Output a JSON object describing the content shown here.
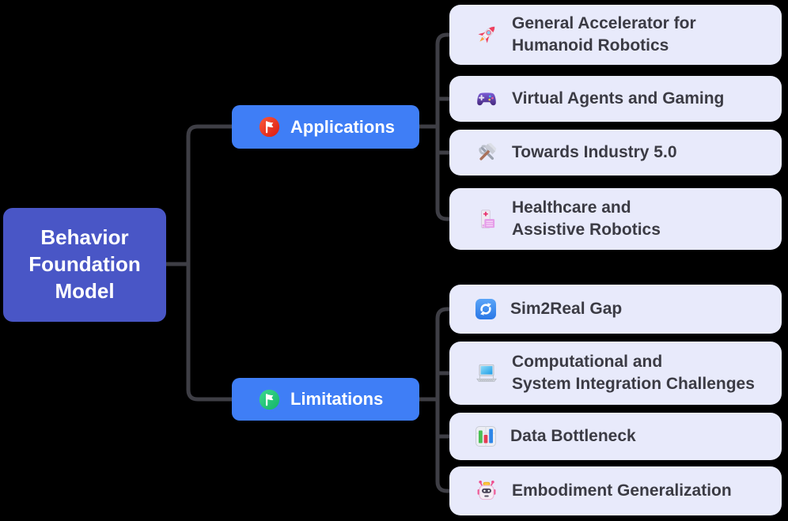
{
  "root": {
    "label": "Behavior\nFoundation\nModel"
  },
  "branches": {
    "applications": {
      "label": "Applications",
      "icon": "flag-red-icon",
      "children": [
        {
          "label": "General Accelerator for\nHumanoid Robotics",
          "icon": "rocket-icon"
        },
        {
          "label": "Virtual Agents and Gaming",
          "icon": "game-controller-icon"
        },
        {
          "label": "Towards Industry 5.0",
          "icon": "hammer-wrench-icon"
        },
        {
          "label": "Healthcare and\nAssistive Robotics",
          "icon": "hospital-icon"
        }
      ]
    },
    "limitations": {
      "label": "Limitations",
      "icon": "flag-green-icon",
      "children": [
        {
          "label": "Sim2Real Gap",
          "icon": "sync-icon"
        },
        {
          "label": "Computational and\nSystem Integration Challenges",
          "icon": "laptop-icon"
        },
        {
          "label": "Data Bottleneck",
          "icon": "bar-chart-icon"
        },
        {
          "label": "Embodiment Generalization",
          "icon": "robot-icon"
        }
      ]
    }
  },
  "colors": {
    "background": "#000000",
    "root_bg": "#4956c6",
    "branch_bg": "#3f7ef6",
    "child_bg": "#e8eafb",
    "child_text": "#3b3b44",
    "connector": "#3e3e45",
    "flag_red": "#e8281c",
    "flag_green": "#22c274"
  }
}
